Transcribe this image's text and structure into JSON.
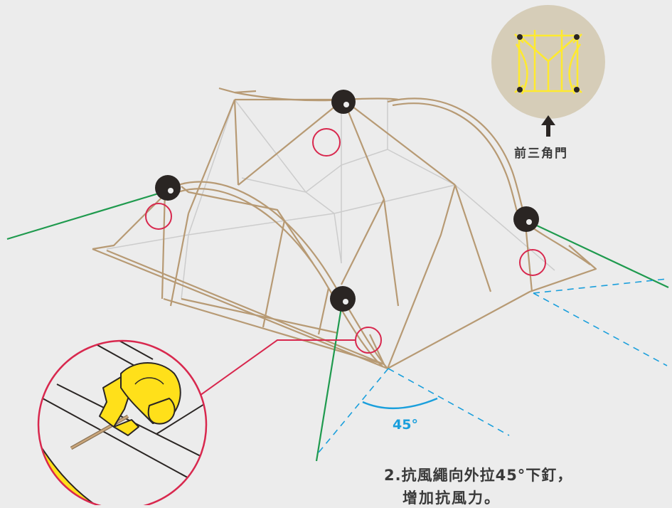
{
  "labels": {
    "angle": "45°",
    "front_door": "前三角門",
    "instruction_line1": "2.抗風繩向外拉45°下釘，",
    "instruction_line2": "增加抗風力。"
  },
  "colors": {
    "background": "#ececec",
    "tent_outline": "#b79a74",
    "tent_inner_lines": "#c9c9c9",
    "guy_rope": "#1f9a4e",
    "highlight_circle": "#d8284e",
    "angle_guide": "#1a9fdc",
    "anchor_point": "#2a2523",
    "door_badge_bg": "#d6cdb8",
    "door_badge_lines": "#ffea2e",
    "clip_yellow": "#ffe01a",
    "text": "#3a3a3a"
  },
  "icons": [
    "anchor-point",
    "highlight-circle",
    "up-arrow-icon",
    "clip-detail-inset",
    "door-layout-badge"
  ]
}
